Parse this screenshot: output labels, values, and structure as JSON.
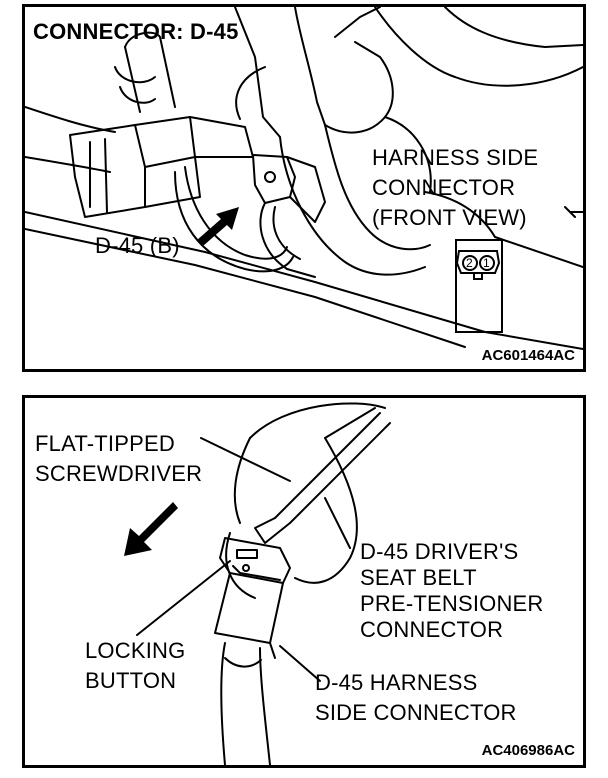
{
  "top_panel": {
    "title": "CONNECTOR: D-45",
    "label_harness_line1": "HARNESS SIDE",
    "label_harness_line2": "CONNECTOR",
    "label_harness_line3": "(FRONT VIEW)",
    "label_connector": "D-45 (B)",
    "pin_2": "2",
    "pin_1": "1",
    "figure_code": "AC601464AC"
  },
  "bottom_panel": {
    "label_tool_line1": "FLAT-TIPPED",
    "label_tool_line2": "SCREWDRIVER",
    "label_driver_line1": "D-45 DRIVER'S",
    "label_driver_line2": "SEAT BELT",
    "label_driver_line3": "PRE-TENSIONER",
    "label_driver_line4": "CONNECTOR",
    "label_lock_line1": "LOCKING",
    "label_lock_line2": "BUTTON",
    "label_harness_line1": "D-45 HARNESS",
    "label_harness_line2": "SIDE CONNECTOR",
    "figure_code": "AC406986AC"
  },
  "icons": [
    "arrow-icon",
    "arrow-icon"
  ]
}
